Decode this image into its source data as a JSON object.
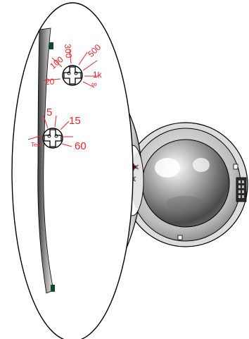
{
  "dial_lux": {
    "labels": [
      "20",
      "100",
      "300",
      "500",
      "1k",
      "∞"
    ]
  },
  "dial_time": {
    "labels": [
      "Test",
      "5",
      "15",
      "60"
    ]
  },
  "colors": {
    "label_red": "#e8232a",
    "outline": "#000000",
    "body_fill": "#ffffff",
    "sensor_grey_light": "#eeeeee",
    "sensor_grey_dark": "#555555"
  },
  "icons": [
    "knob-cross-icon",
    "led-spider-icon",
    "led-spider-icon"
  ]
}
